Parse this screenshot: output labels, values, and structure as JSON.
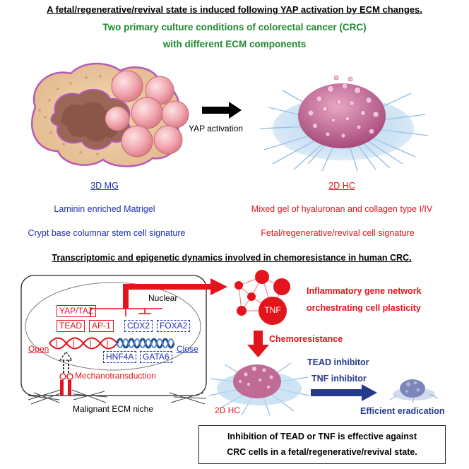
{
  "header": {
    "title": "A fetal/regenerative/revival state is induced following YAP activation by ECM changes.",
    "subtitle_line1": "Two primary culture conditions of colorectal cancer (CRC)",
    "subtitle_line2": "with different ECM components"
  },
  "top": {
    "arrow_label": "YAP activation",
    "left": {
      "name": "3D MG",
      "ecm": "Laminin enriched Matrigel",
      "signature": "Crypt base columnar stem cell signature"
    },
    "right": {
      "name": "2D HC",
      "ecm": "Mixed gel of hyaluronan and collagen type I/IV",
      "signature": "Fetal/regenerative/revival cell signature"
    }
  },
  "section2": {
    "title": "Transcriptomic and epigenetic dynamics involved in chemoresistance in human CRC."
  },
  "cell": {
    "nuclear": "Nuclear",
    "yap_taz": "YAP/TAZ",
    "tead": "TEAD",
    "ap1": "AP-1",
    "cdx2": "CDX2",
    "foxa2": "FOXA2",
    "hnf4a": "HNF4A",
    "gata6": "GATA6",
    "open": "Open",
    "close": "Close",
    "mechanotransduction": "Mechanotransduction",
    "niche": "Malignant ECM niche"
  },
  "network": {
    "tnf": "TNF",
    "line1": "Inflammatory gene network",
    "line2": "orchestrating cell plasticity",
    "chemoresistance": "Chemoresistance"
  },
  "bottom": {
    "hc_label": "2D HC",
    "inhibitor1": "TEAD inhibitor",
    "inhibitor2": "TNF inhibitor",
    "eradication": "Efficient eradication",
    "conclusion_line1": "Inhibition of TEAD or TNF is effective against",
    "conclusion_line2": "CRC cells in a fetal/regenerative/revival state."
  },
  "colors": {
    "green": "#1e8a2e",
    "blue": "#1f2fb8",
    "red": "#e3141b",
    "navy": "#253a8c"
  }
}
